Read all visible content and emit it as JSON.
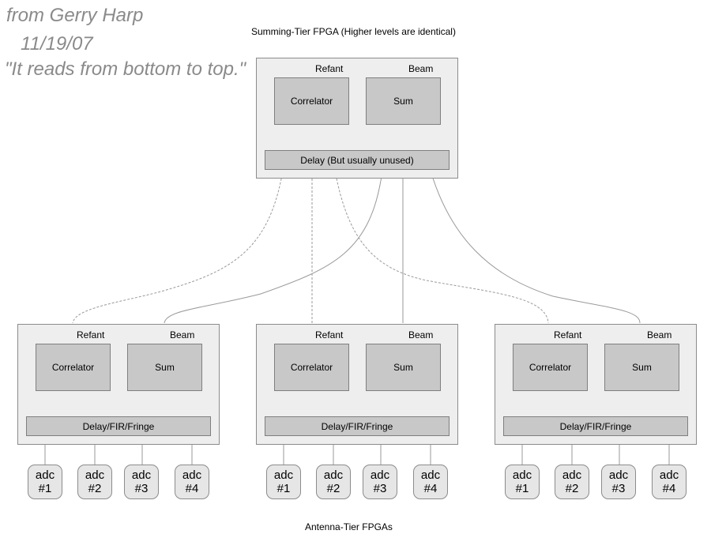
{
  "notes": {
    "author": "from Gerry Harp",
    "date": "11/19/07",
    "quote": "\"It reads from bottom to top.\""
  },
  "captions": {
    "top": "Summing-Tier FPGA (Higher levels are identical)",
    "bottom": "Antenna-Tier FPGAs"
  },
  "summing_fpga": {
    "refant_label": "Refant",
    "beam_label": "Beam",
    "correlator_label": "Correlator",
    "sum_label": "Sum",
    "delay_label": "Delay (But usually unused)"
  },
  "antenna_fpgas": [
    {
      "refant_label": "Refant",
      "beam_label": "Beam",
      "correlator_label": "Correlator",
      "sum_label": "Sum",
      "delay_label": "Delay/FIR/Fringe",
      "adcs": [
        {
          "name": "adc",
          "num": "#1"
        },
        {
          "name": "adc",
          "num": "#2"
        },
        {
          "name": "adc",
          "num": "#3"
        },
        {
          "name": "adc",
          "num": "#4"
        }
      ]
    },
    {
      "refant_label": "Refant",
      "beam_label": "Beam",
      "correlator_label": "Correlator",
      "sum_label": "Sum",
      "delay_label": "Delay/FIR/Fringe",
      "adcs": [
        {
          "name": "adc",
          "num": "#1"
        },
        {
          "name": "adc",
          "num": "#2"
        },
        {
          "name": "adc",
          "num": "#3"
        },
        {
          "name": "adc",
          "num": "#4"
        }
      ]
    },
    {
      "refant_label": "Refant",
      "beam_label": "Beam",
      "correlator_label": "Correlator",
      "sum_label": "Sum",
      "delay_label": "Delay/FIR/Fringe",
      "adcs": [
        {
          "name": "adc",
          "num": "#1"
        },
        {
          "name": "adc",
          "num": "#2"
        },
        {
          "name": "adc",
          "num": "#3"
        },
        {
          "name": "adc",
          "num": "#4"
        }
      ]
    }
  ],
  "colors": {
    "fpga_fill": "#eeeeee",
    "block_fill": "#c8c8c8",
    "line": "#9a9a9a",
    "note_text": "#8a8a8a"
  }
}
